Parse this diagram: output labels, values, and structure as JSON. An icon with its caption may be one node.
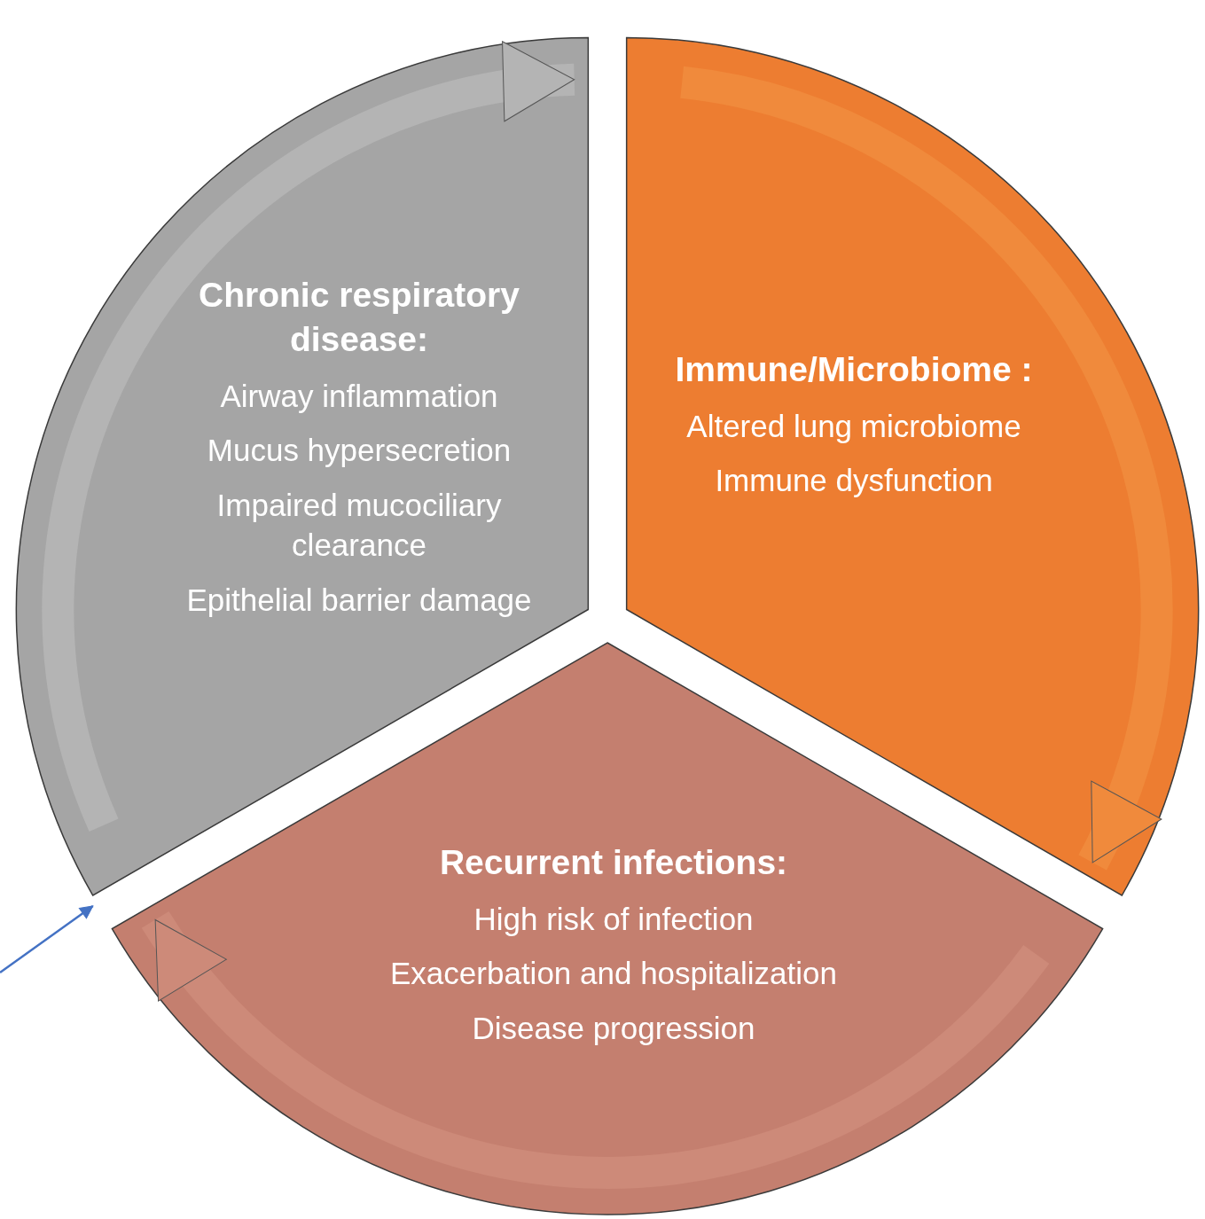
{
  "diagram": {
    "nodes": [
      {
        "text": [
          "Chronic respiratory disease:",
          "Airway inflammation",
          "Mucus hypersecretion",
          "Impaired mucociliary clearance",
          "Epithelial barrier damage"
        ]
      },
      {
        "text": [
          "Immune/Microbiome :",
          "Altered lung microbiome",
          "Immune dysfunction"
        ]
      },
      {
        "text": [
          "Recurrent infections:",
          "High risk of infection",
          "Exacerbation and hospitalization",
          "Disease progression"
        ]
      }
    ],
    "edges": [
      {
        "from": 0,
        "to": 1,
        "arrow": "to",
        "color": "#b4b4b4"
      },
      {
        "from": 1,
        "to": 2,
        "arrow": "to",
        "color": "#f08a3c"
      },
      {
        "from": 2,
        "to": 0,
        "arrow": "to",
        "color": "#cd8a79"
      },
      {
        "from": null,
        "to": 0,
        "arrow": "to",
        "color": "#4472c4"
      }
    ]
  }
}
